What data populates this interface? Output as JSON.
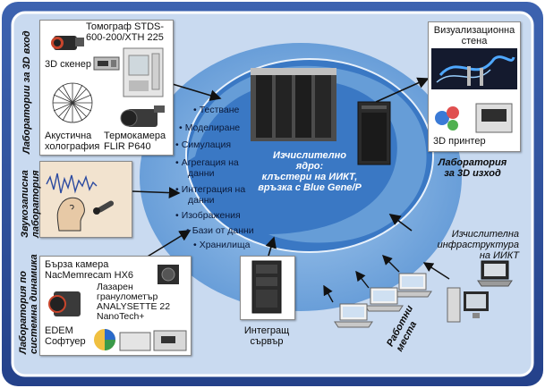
{
  "colors": {
    "frame": "#2f4f9a",
    "panel_bg": "#c7d7ee",
    "ring_outer": "#7aaede",
    "ring_inner": "#3a78c4",
    "core_text": "#ffffff"
  },
  "left": {
    "lab3d": {
      "title_lines": [
        "Лаборатории за 3D вход"
      ],
      "tomograph": [
        "Томограф STDS-",
        "600-200/XTH 225"
      ],
      "scanner": "3D скенер",
      "holography": [
        "Акустична",
        "холография"
      ],
      "thermocamera": [
        "Термокамера",
        "FLIR P640"
      ]
    },
    "audio": {
      "title_lines": [
        "Звукозаписна",
        "лаборатория"
      ]
    },
    "dynamics": {
      "title_lines": [
        "Лаборатория по",
        "системна динамика"
      ],
      "fastcam": [
        "Бърза камера",
        "NacMemrecam HX6"
      ],
      "granulometer": [
        "Лазарен",
        "гранулометър",
        "ANALYSETTE 22",
        "NanoTech+"
      ],
      "edem": [
        "EDEM",
        "Софтуер"
      ]
    }
  },
  "center": {
    "bullets": [
      "Тестване",
      "Моделиране",
      "Симулация",
      "Агрегация на",
      "данни",
      "Интеграция на",
      "данни",
      "Изображения",
      "Бази от данни",
      "Хранилища"
    ],
    "core_lines": [
      "Изчислително",
      "ядро:",
      "клъстери на ИИКТ,",
      "връзка с Blue Gene/P"
    ]
  },
  "right": {
    "output": {
      "wall": [
        "Визуализационна",
        "стена"
      ],
      "printer": "3D принтер",
      "title_lines": [
        "Лаборатория",
        "за 3D изход"
      ]
    },
    "infrastructure_lines": [
      "Изчислителна",
      "инфраструктура",
      "на ИИКТ"
    ],
    "workplaces_lines": [
      "Работни",
      "места"
    ],
    "server_lines": [
      "Интегращ",
      "сървър"
    ]
  },
  "icons": [
    "camera-icon",
    "scanner-icon",
    "tomograph-icon",
    "holography-icon",
    "thermocamera-icon",
    "waveform-icon",
    "head-silhouette-icon",
    "microphone-icon",
    "fast-camera-icon",
    "granulometer-icon",
    "software-icon",
    "cluster-photo",
    "server-rack-icon",
    "video-wall-photo",
    "printer-3d-icon",
    "laptop-icon",
    "desktop-pc-icon",
    "server-tower-icon"
  ]
}
